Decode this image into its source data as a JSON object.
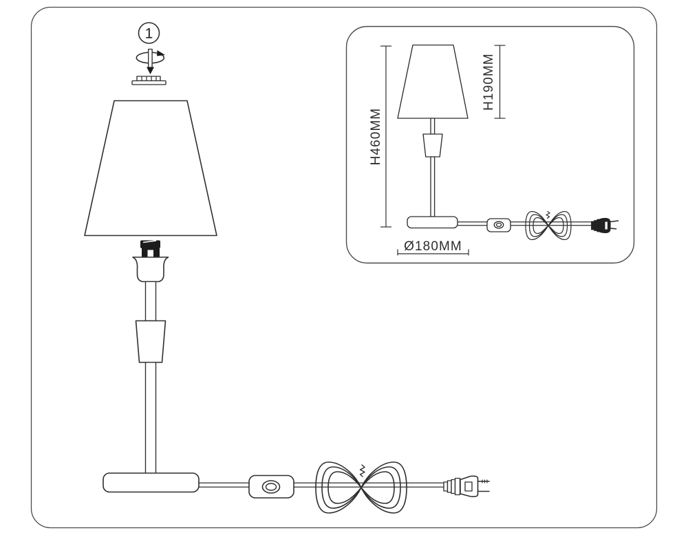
{
  "diagram": {
    "title": "table-lamp assembly step diagram",
    "step": {
      "number": "1"
    },
    "colors": {
      "line": "#2e2e2e",
      "black_fill": "#1c1c1c",
      "background": "#ffffff",
      "text": "#2d2d2d"
    },
    "icons": {
      "step_badge": "circled-number-icon",
      "rotate": "rotate-clockwise-arrow-icon",
      "screw_direction": "down-arrow-icon"
    },
    "inset": {
      "dimensions": {
        "total_height": "H460MM",
        "shade_height": "H190MM",
        "base_diameter": "Ø180MM"
      }
    }
  }
}
